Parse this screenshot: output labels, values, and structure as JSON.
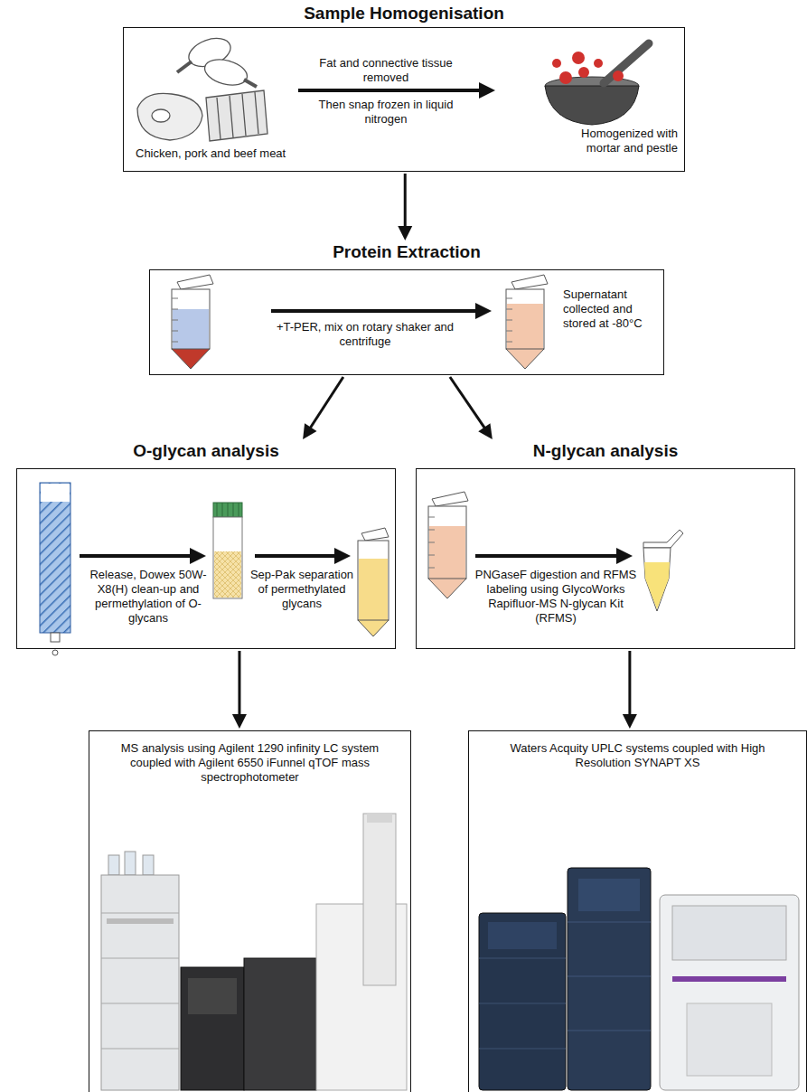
{
  "diagram": {
    "nodes": [
      {
        "text": [
          "Sample Homogenisation",
          "Chicken, pork and beef meat",
          "Fat and connective tissue removed",
          "Then snap frozen in liquid nitrogen",
          "Homogenized with mortar and pestle"
        ]
      },
      {
        "text": [
          "Protein Extraction",
          "+T-PER, mix on rotary shaker and centrifuge",
          "Supernatant collected and stored at -80°C"
        ]
      },
      {
        "text": [
          "O-glycan analysis",
          "Release, Dowex 50W-X8(H) clean-up and permethylation of O-glycans",
          "Sep-Pak separation of permethylated glycans"
        ]
      },
      {
        "text": [
          "N-glycan analysis",
          "PNGaseF digestion and RFMS labeling using GlycoWorks Rapifluor-MS N-glycan Kit (RFMS)"
        ]
      },
      {
        "text": [
          "MS analysis using Agilent 1290 infinity LC system coupled with Agilent 6550 iFunnel qTOF mass spectrophotometer"
        ]
      },
      {
        "text": [
          "Waters Acquity UPLC systems coupled with High Resolution SYNAPT XS"
        ]
      }
    ],
    "edges": [
      {
        "from": 0,
        "to": 1,
        "arrow": "to"
      },
      {
        "from": 1,
        "to": 2,
        "arrow": "to"
      },
      {
        "from": 1,
        "to": 3,
        "arrow": "to"
      },
      {
        "from": 2,
        "to": 4,
        "arrow": "to"
      },
      {
        "from": 3,
        "to": 5,
        "arrow": "to"
      }
    ]
  }
}
